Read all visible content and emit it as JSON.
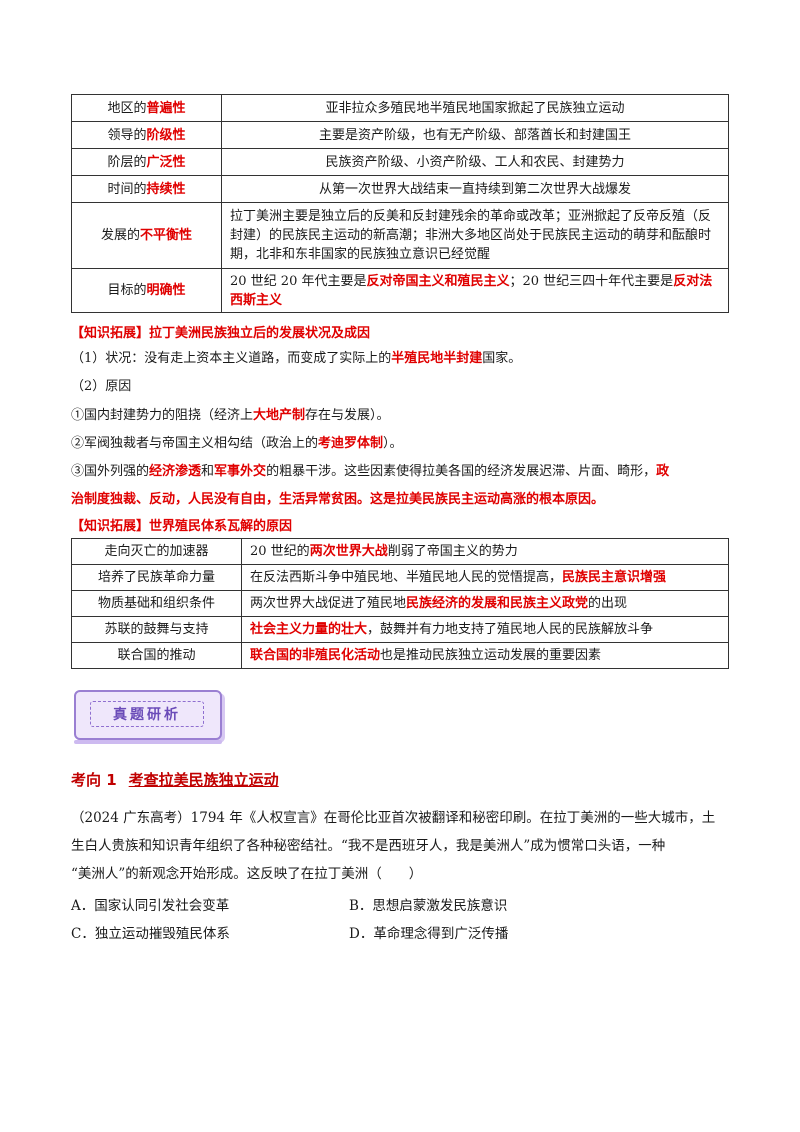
{
  "table1": {
    "rows": [
      {
        "key_pre": "地区的",
        "key_em": "普遍性",
        "value": "亚非拉众多殖民地半殖民地国家掀起了民族独立运动"
      },
      {
        "key_pre": "领导的",
        "key_em": "阶级性",
        "value": "主要是资产阶级，也有无产阶级、部落酋长和封建国王"
      },
      {
        "key_pre": "阶层的",
        "key_em": "广泛性",
        "value": "民族资产阶级、小资产阶级、工人和农民、封建势力"
      },
      {
        "key_pre": "时间的",
        "key_em": "持续性",
        "value": "从第一次世界大战结束一直持续到第二次世界大战爆发"
      },
      {
        "key_pre": "发展的",
        "key_em": "不平衡性",
        "value": "拉丁美洲主要是独立后的反美和反封建残余的革命或改革；亚洲掀起了反帝反殖（反封建）的民族民主运动的新高潮；非洲大多地区尚处于民族民主运动的萌芽和酝酿时期，北非和东非国家的民族独立意识已经觉醒"
      },
      {
        "key_pre": "目标的",
        "key_em": "明确性",
        "value_a": "20 世纪 20 年代主要是",
        "value_b": "反对帝国主义和殖民主义",
        "value_c": "；20 世纪三四十年代主要是",
        "value_d": "反对法西斯主义"
      }
    ]
  },
  "ext1": {
    "heading": "【知识拓展】拉丁美洲民族独立后的发展状况及成因",
    "l1_a": "（1）状况：没有走上资本主义道路，而变成了实际上的",
    "l1_b": "半殖民地半封建",
    "l1_c": "国家。",
    "l2": "（2）原因",
    "l3_a": "①国内封建势力的阻挠（经济上",
    "l3_b": "大地产制",
    "l3_c": "存在与发展）。",
    "l4_a": "②军阀独裁者与帝国主义相勾结（政治上的",
    "l4_b": "考迪罗体制",
    "l4_c": "）。",
    "l5_a": "③国外列强的",
    "l5_b": "经济渗透",
    "l5_c": "和",
    "l5_d": "军事外交",
    "l5_e": "的粗暴干涉。这些因素使得拉美各国的经济发展迟滞、片面、畸形，",
    "l5_f": "政",
    "l6": "治制度独裁、反动，人民没有自由，生活异常贫困。这是拉美民族民主运动高涨的根本原因。"
  },
  "ext2": {
    "heading": "【知识拓展】世界殖民体系瓦解的原因",
    "rows": [
      {
        "key": "走向灭亡的加速器",
        "a": "20 世纪的",
        "b": "两次世界大战",
        "c": "削弱了帝国主义的势力",
        "d": "",
        "e": ""
      },
      {
        "key": "培养了民族革命力量",
        "a": "在反法西斯斗争中殖民地、半殖民地人民的觉悟提高，",
        "b": "民族民主意识增强",
        "c": "",
        "d": "",
        "e": ""
      },
      {
        "key": "物质基础和组织条件",
        "a": "两次世界大战促进了殖民地",
        "b": "民族经济的发展和民族主义政党",
        "c": "的出现",
        "d": "",
        "e": ""
      },
      {
        "key": "苏联的鼓舞与支持",
        "a": "",
        "b": "社会主义力量的壮大",
        "c": "，鼓舞并有力地支持了殖民地人民的民族解放斗争",
        "d": "",
        "e": ""
      },
      {
        "key": "联合国的推动",
        "a": "",
        "b": "联合国的非殖民化活动",
        "c": "也是推动民族独立运动发展的重要因素",
        "d": "",
        "e": ""
      }
    ]
  },
  "banner": {
    "label": "真题研析"
  },
  "question": {
    "num": "考向 1",
    "title": "考查拉美民族独立运动",
    "p1": "（2024 广东高考）1794 年《人权宣言》在哥伦比亚首次被翻译和秘密印刷。在拉丁美洲的一些大城市，土",
    "p2": "生白人贵族和知识青年组织了各种秘密结社。“我不是西班牙人，我是美洲人”成为惯常口头语，一种",
    "p3": "“美洲人”的新观念开始形成。这反映了在拉丁美洲（　　）",
    "options": {
      "A": "A．国家认同引发社会变革",
      "B": "B．思想启蒙激发民族意识",
      "C": "C．独立运动摧毁殖民体系",
      "D": "D．革命理念得到广泛传播"
    }
  }
}
